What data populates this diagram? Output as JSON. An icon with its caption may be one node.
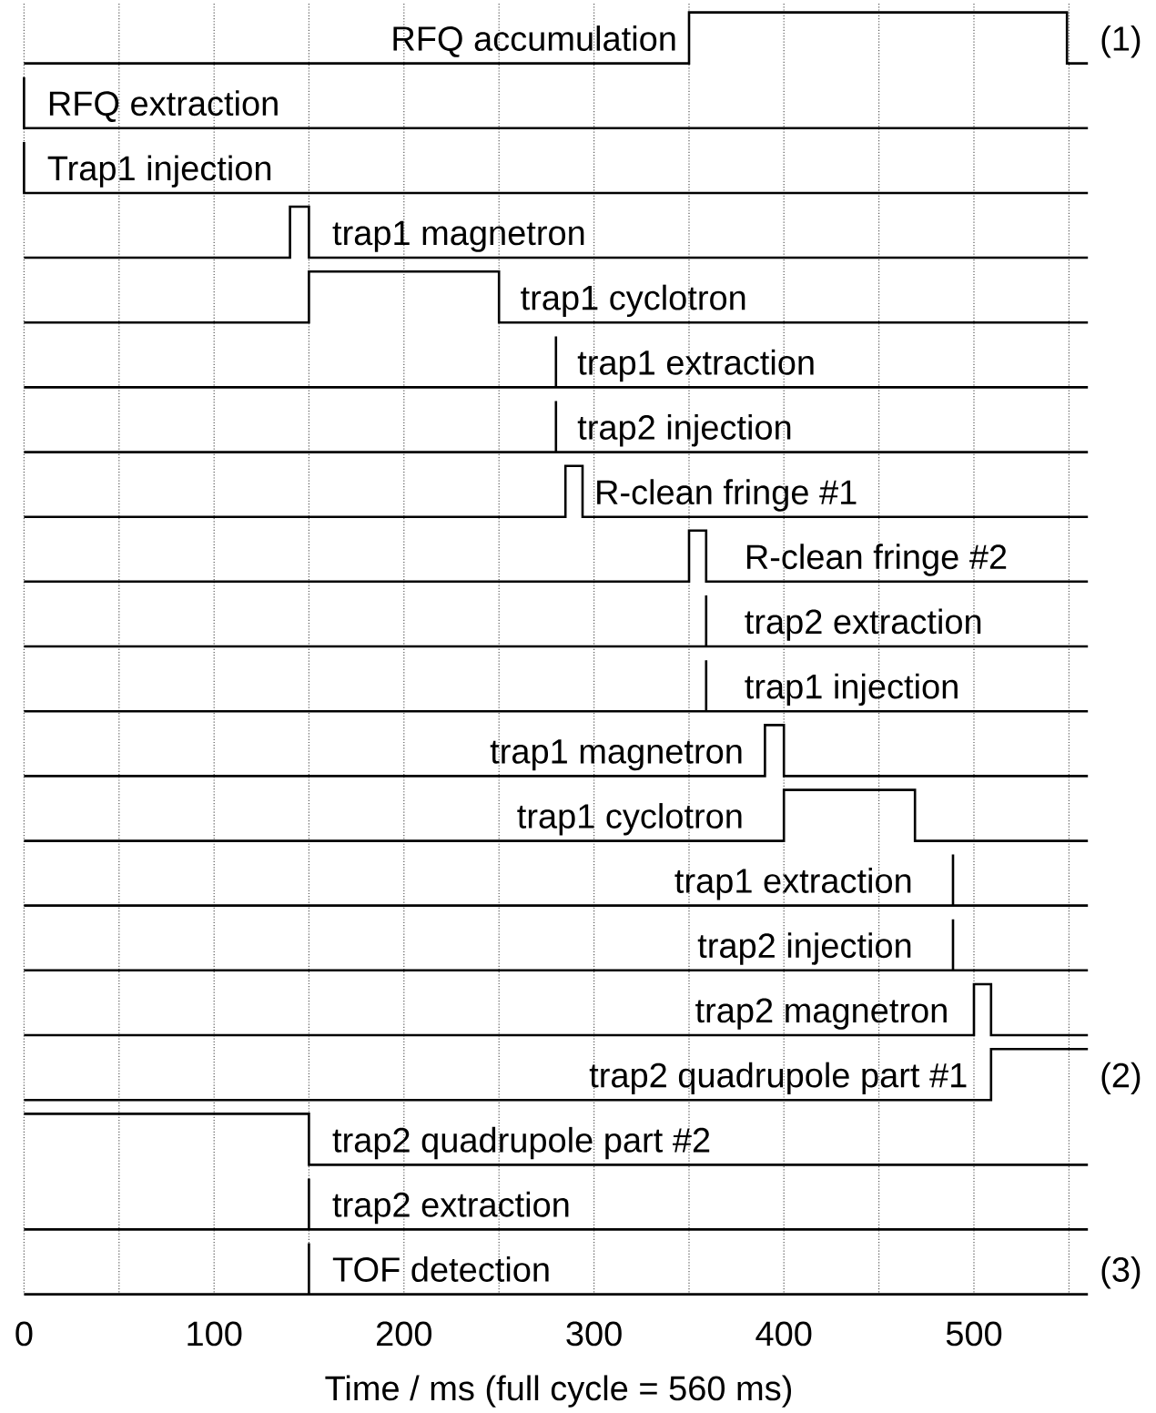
{
  "diagram": {
    "labels": [
      "RFQ accumulation",
      "(1)",
      "RFQ extraction",
      "Trap1 injection",
      "trap1 magnetron",
      "trap1 cyclotron",
      "trap1 extraction",
      "trap2 injection",
      "R-clean fringe #1",
      "R-clean fringe #2",
      "trap2 extraction",
      "trap1 injection",
      "trap1 magnetron",
      "trap1 cyclotron",
      "trap1 extraction",
      "trap2 injection",
      "trap2 magnetron",
      "trap2 quadrupole part #1",
      "(2)",
      "trap2 quadrupole part #2",
      "trap2 extraction",
      "TOF detection",
      "(3)",
      "0",
      "100",
      "200",
      "300",
      "400",
      "500",
      "Time / ms (full cycle = 560 ms)"
    ]
  }
}
